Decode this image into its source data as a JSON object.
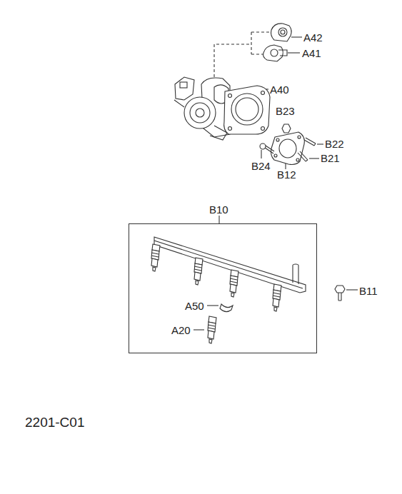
{
  "diagram": {
    "nodes": [
      {
        "text": [
          "B10"
        ]
      }
    ],
    "labels": [
      "A42",
      "A41",
      "A40",
      "B23",
      "B22",
      "B21",
      "B24",
      "B12",
      "A50",
      "A20",
      "B11",
      "2201-C01"
    ]
  }
}
